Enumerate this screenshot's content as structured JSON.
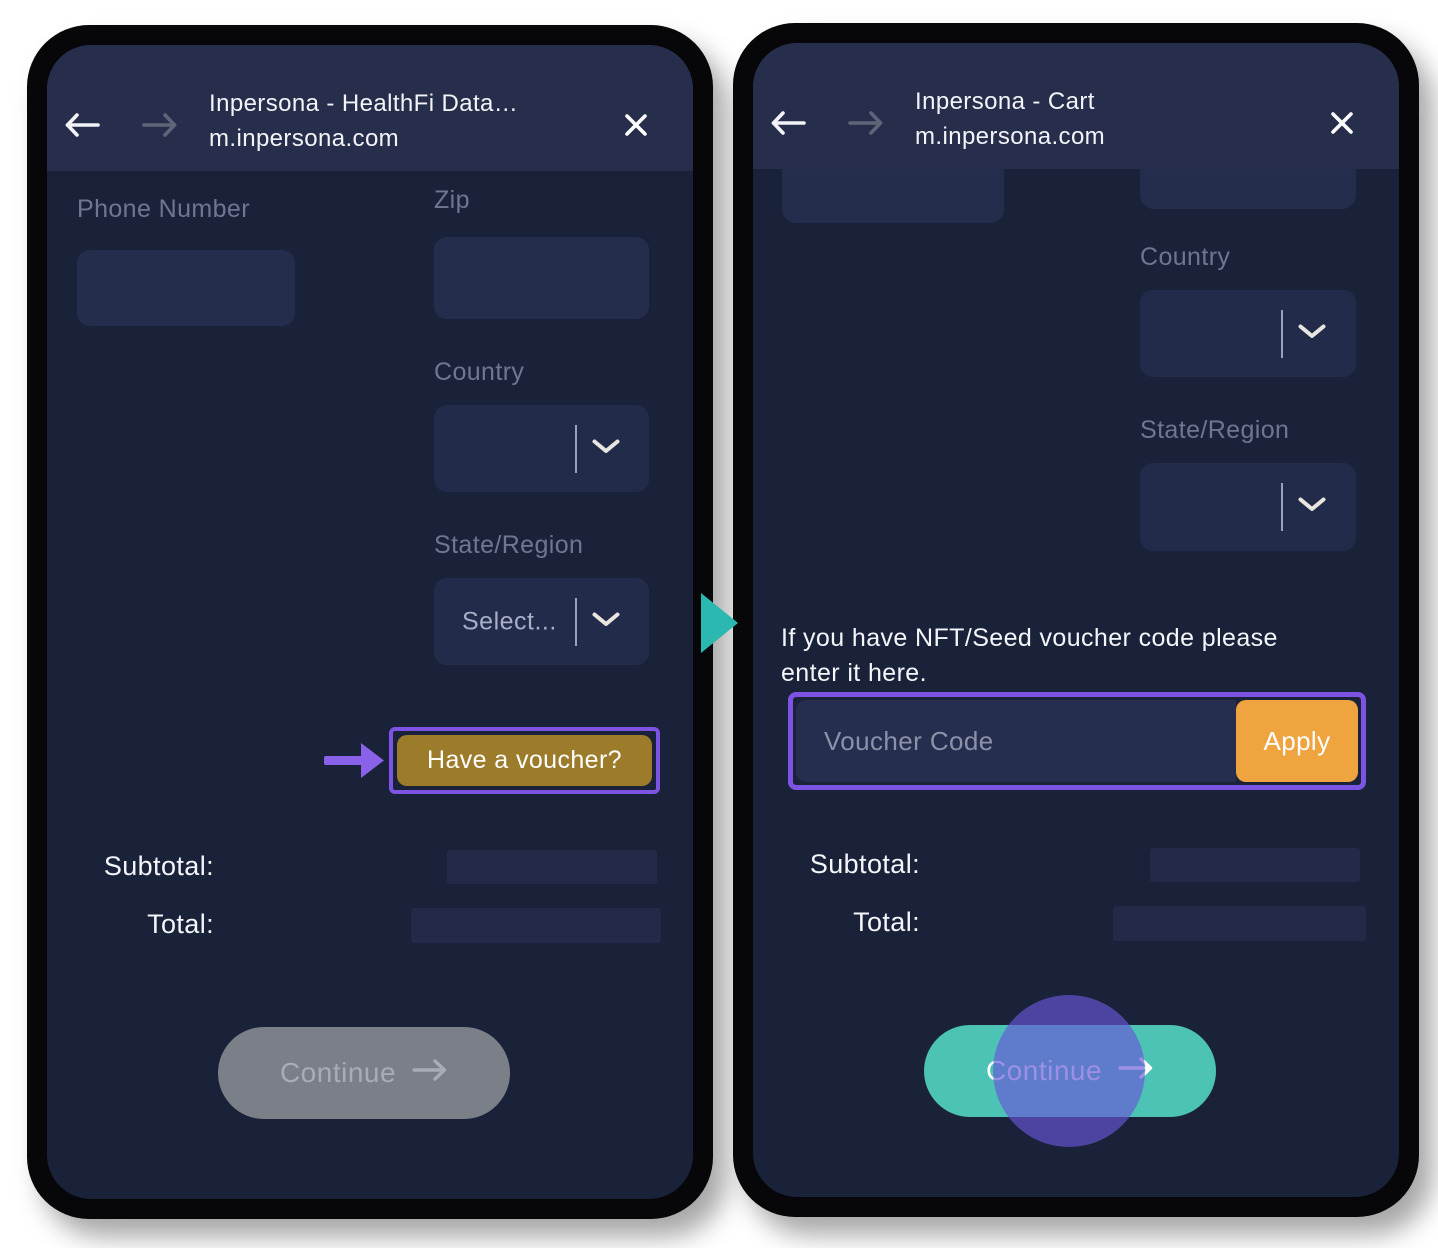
{
  "left_phone": {
    "title_line1": "Inpersona - HealthFi Data…",
    "url": "m.inpersona.com",
    "phone_number_label": "Phone Number",
    "zip_label": "Zip",
    "country_label": "Country",
    "state_label": "State/Region",
    "state_placeholder": "Select...",
    "voucher_button_label": "Have a voucher?",
    "subtotal_label": "Subtotal:",
    "total_label": "Total:",
    "continue_label": "Continue",
    "continue_state": "disabled"
  },
  "right_phone": {
    "title_line1": "Inpersona - Cart",
    "url": "m.inpersona.com",
    "country_label": "Country",
    "state_label": "State/Region",
    "voucher_hint_line1": "If you have NFT/Seed voucher code please",
    "voucher_hint_line2": "enter it here.",
    "voucher_placeholder": "Voucher Code",
    "voucher_value": "",
    "apply_label": "Apply",
    "subtotal_label": "Subtotal:",
    "total_label": "Total:",
    "continue_label": "Continue",
    "continue_state": "enabled"
  },
  "icons": {
    "back": "back-arrow-icon",
    "forward": "forward-arrow-icon",
    "close": "close-icon",
    "chevron": "chevron-down-icon",
    "continue_arrow": "arrow-right-icon",
    "annotation_arrow": "purple-pointer-arrow-icon",
    "step_separator": "play-triangle-icon",
    "tap_indicator": "click-indicator-overlay"
  },
  "colors": {
    "screen_bg": "#1a2239",
    "header_bg": "#272e4c",
    "field_bg": "#252d4d",
    "highlight_purple": "#7d53e3",
    "voucher_gold": "#9c7b2a",
    "apply_orange": "#efa440",
    "continue_teal": "#4cc3b5",
    "continue_disabled_gray": "#7b7f88",
    "separator_teal": "#2bb8b0",
    "tap_circle": "rgba(103,86,214,0.66)"
  }
}
